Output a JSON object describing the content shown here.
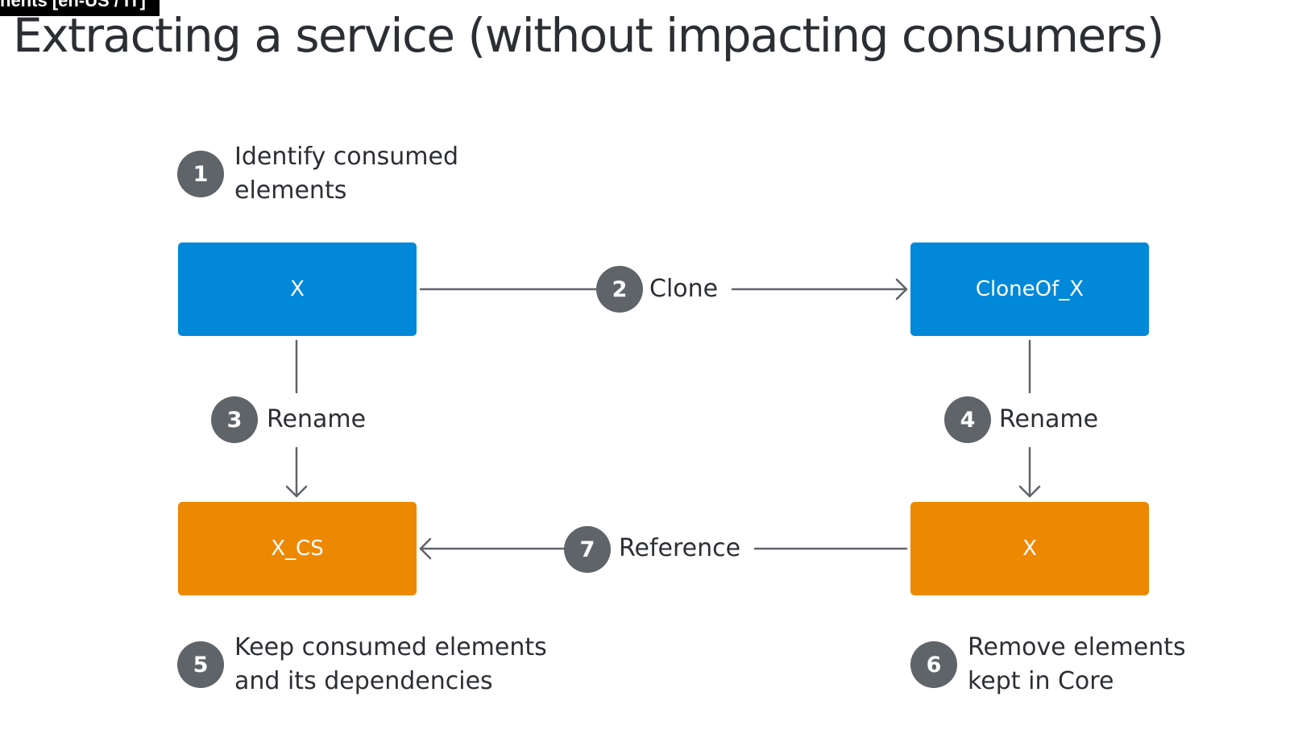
{
  "caption_tag": "nents [en-US / IT]",
  "title": "Extracting a service (without impacting consumers)",
  "boxes": {
    "top_left": "X",
    "top_right": "CloneOf_X",
    "bottom_left": "X_CS",
    "bottom_right": "X"
  },
  "steps": [
    {
      "number": "1",
      "label": "Identify consumed\nelements"
    },
    {
      "number": "2",
      "label": "Clone"
    },
    {
      "number": "3",
      "label": "Rename"
    },
    {
      "number": "4",
      "label": "Rename"
    },
    {
      "number": "5",
      "label": "Keep consumed elements\nand its dependencies"
    },
    {
      "number": "6",
      "label": "Remove elements\nkept in Core"
    },
    {
      "number": "7",
      "label": "Reference"
    }
  ],
  "colors": {
    "blue_box": "#0288d9",
    "orange_box": "#ed8802",
    "step_circle": "#5f6469",
    "connector": "#5f6469"
  }
}
